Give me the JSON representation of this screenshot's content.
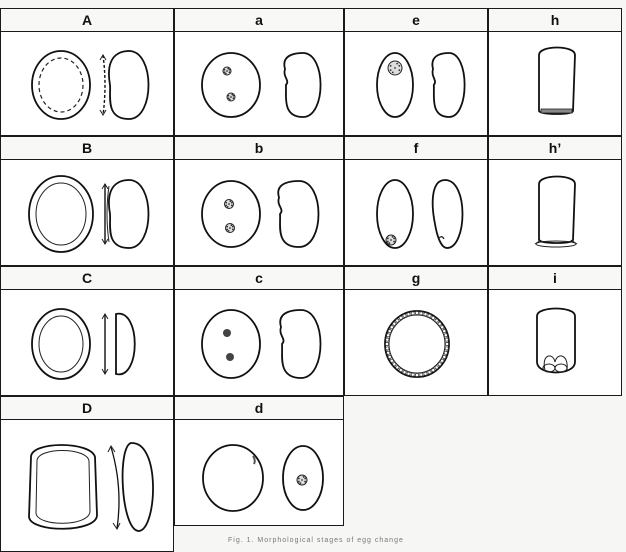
{
  "panels": [
    {
      "id": "A",
      "label": "A",
      "kind": "hardening-a"
    },
    {
      "id": "a",
      "label": "a",
      "kind": "two-patches"
    },
    {
      "id": "e",
      "label": "e",
      "kind": "patch-top"
    },
    {
      "id": "h",
      "label": "h",
      "kind": "basal-band"
    },
    {
      "id": "B",
      "label": "B",
      "kind": "hardening-b"
    },
    {
      "id": "b",
      "label": "b",
      "kind": "two-patches-b"
    },
    {
      "id": "f",
      "label": "f",
      "kind": "patch-bottom"
    },
    {
      "id": "h2",
      "label": "h’",
      "kind": "basal-ring"
    },
    {
      "id": "C",
      "label": "C",
      "kind": "hardening-c"
    },
    {
      "id": "c",
      "label": "c",
      "kind": "two-dots"
    },
    {
      "id": "g",
      "label": "g",
      "kind": "beaded-ring"
    },
    {
      "id": "i",
      "label": "i",
      "kind": "basal-lobes"
    },
    {
      "id": "D",
      "label": "D",
      "kind": "hardening-d"
    },
    {
      "id": "d",
      "label": "d",
      "kind": "side-patches"
    }
  ],
  "caption": "Fig. 1.  Morphological stages of egg change"
}
